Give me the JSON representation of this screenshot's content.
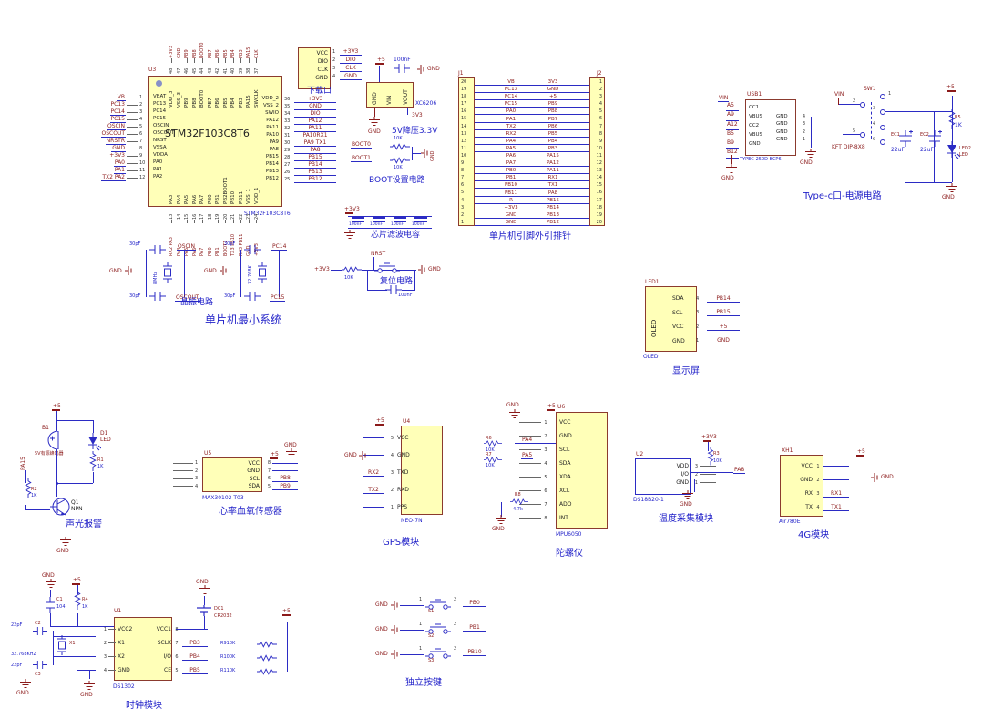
{
  "colors": {
    "component_fill": "#FFFFB8",
    "component_border": "#8B3A2E",
    "wire_blue": "#2B2BC4",
    "net_red": "#8B1A1A",
    "part_blue": "#1F1FC8"
  },
  "titles": {
    "download": "下载口",
    "regulator": "5V降压3.3V",
    "boot": "BOOT设置电路",
    "filter": "芯片滤波电容",
    "headers": "单片机引脚外引排针",
    "typec": "Type-c口-电源电路",
    "crystal": "晶振电路",
    "min_system": "单片机最小系统",
    "reset": "复位电路",
    "display": "显示屏",
    "alarm": "声光报警",
    "heart": "心率血氧传感器",
    "gps": "GPS模块",
    "gyro": "陀螺仪",
    "temp": "温度采集模块",
    "g4": "4G模块",
    "clock": "时钟模块",
    "keys": "独立按键"
  },
  "mcu": {
    "ref": "U3",
    "name": "STM32F103C8T6",
    "part": "STM32F103C8T6",
    "left_pins": [
      {
        "net": "VB",
        "num": "1",
        "name": "VBAT"
      },
      {
        "net": "PC13",
        "num": "2",
        "name": "PC13"
      },
      {
        "net": "PC14",
        "num": "3",
        "name": "PC14"
      },
      {
        "net": "PC15",
        "num": "4",
        "name": "PC15"
      },
      {
        "net": "OSCIN",
        "num": "5",
        "name": "OSCIN"
      },
      {
        "net": "OSCOUT",
        "num": "6",
        "name": "OSCOUT"
      },
      {
        "net": "NRSTR",
        "num": "7",
        "name": "NRST"
      },
      {
        "net": "GND",
        "num": "8",
        "name": "VSSA"
      },
      {
        "net": "+3V3",
        "num": "9",
        "name": "VDDA"
      },
      {
        "net": "PA0",
        "num": "10",
        "name": "PA0"
      },
      {
        "net": "PA1",
        "num": "11",
        "name": "PA1"
      },
      {
        "net": "TX2  PA2",
        "num": "12",
        "name": "PA2"
      }
    ],
    "right_pins": [
      {
        "name": "VDD_2",
        "num": "36",
        "net": "+3V3"
      },
      {
        "name": "VSS_2",
        "num": "35",
        "net": "GND"
      },
      {
        "name": "SWIO",
        "num": "34",
        "net": "DIO"
      },
      {
        "name": "PA12",
        "num": "33",
        "net": "PA12"
      },
      {
        "name": "PA11",
        "num": "32",
        "net": "PA11"
      },
      {
        "name": "PA10",
        "num": "31",
        "net": "PA10RX1"
      },
      {
        "name": "PA9",
        "num": "30",
        "net": "PA9 TX1"
      },
      {
        "name": "PA8",
        "num": "29",
        "net": "PA8"
      },
      {
        "name": "PB15",
        "num": "28",
        "net": "PB15"
      },
      {
        "name": "PB14",
        "num": "27",
        "net": "PB14"
      },
      {
        "name": "PB13",
        "num": "26",
        "net": "PB13"
      },
      {
        "name": "PB12",
        "num": "25",
        "net": "PB12"
      }
    ],
    "top_pins": [
      {
        "net": "+3V3",
        "num": "48",
        "name": "VDD_3"
      },
      {
        "net": "GND",
        "num": "47",
        "name": "VSS_3"
      },
      {
        "net": "PB9",
        "num": "46",
        "name": "PB9"
      },
      {
        "net": "PB8",
        "num": "45",
        "name": "PB8"
      },
      {
        "net": "BOOT0",
        "num": "44",
        "name": "BOOT0"
      },
      {
        "net": "PB7",
        "num": "43",
        "name": "PB7"
      },
      {
        "net": "PB6",
        "num": "42",
        "name": "PB6"
      },
      {
        "net": "PB5",
        "num": "41",
        "name": "PB5"
      },
      {
        "net": "PB4",
        "num": "40",
        "name": "PB4"
      },
      {
        "net": "PB3",
        "num": "39",
        "name": "PB3"
      },
      {
        "net": "PA15",
        "num": "38",
        "name": "PA15"
      },
      {
        "net": "CLK",
        "num": "37",
        "name": "SWCLK"
      }
    ],
    "bottom_pins": [
      {
        "name": "PA3",
        "num": "13",
        "net": "RX2 PA3"
      },
      {
        "name": "PA4",
        "num": "14",
        "net": "PA4"
      },
      {
        "name": "PA5",
        "num": "15",
        "net": "PA5"
      },
      {
        "name": "PA6",
        "num": "16",
        "net": "PA6"
      },
      {
        "name": "PA7",
        "num": "17",
        "net": "PA7"
      },
      {
        "name": "PB0",
        "num": "18",
        "net": "PB0"
      },
      {
        "name": "PB1",
        "num": "19",
        "net": "PB1"
      },
      {
        "name": "PB2BOOT1",
        "num": "20",
        "net": "BOOT1"
      },
      {
        "name": "PB10",
        "num": "21",
        "net": "TX3 PB10"
      },
      {
        "name": "PB11",
        "num": "22",
        "net": "RX3 PB11"
      },
      {
        "name": "VSS_1",
        "num": "23",
        "net": "GND"
      },
      {
        "name": "VDD_1",
        "num": "24",
        "net": "+3V3"
      }
    ]
  },
  "download": {
    "rows": [
      {
        "name": "VCC",
        "num": "1",
        "net": "+3V3"
      },
      {
        "name": "DIO",
        "num": "2",
        "net": "DIO"
      },
      {
        "name": "CLK",
        "num": "3",
        "net": "CLK"
      },
      {
        "name": "GND",
        "num": "4",
        "net": "GND"
      }
    ]
  },
  "regulator": {
    "part": "XC6206",
    "pin_gnd": "GND",
    "pin_vin": "VIN",
    "pin_vout": "VOUT",
    "vin_net": "+5",
    "cap": "100nF",
    "gnd_right": "GND",
    "gnd_left": "GND",
    "out_net": "3V3"
  },
  "boot": {
    "rows": [
      {
        "net": "BOOT0",
        "res": "10K"
      },
      {
        "net": "BOOT1",
        "res": "10K"
      }
    ],
    "gnd": "GND"
  },
  "filter": {
    "net": "+3V3",
    "caps": [
      "100nF",
      "100nF",
      "100nF",
      "100nF"
    ]
  },
  "j1": {
    "ref": "J1",
    "rows": [
      {
        "num": "20",
        "net": "VB"
      },
      {
        "num": "19",
        "net": "PC13"
      },
      {
        "num": "18",
        "net": "PC14"
      },
      {
        "num": "17",
        "net": "PC15"
      },
      {
        "num": "16",
        "net": "PA0"
      },
      {
        "num": "15",
        "net": "PA1"
      },
      {
        "num": "14",
        "net": "TX2"
      },
      {
        "num": "13",
        "net": "RX2"
      },
      {
        "num": "12",
        "net": "PA4"
      },
      {
        "num": "11",
        "net": "PA5"
      },
      {
        "num": "10",
        "net": "PA6"
      },
      {
        "num": "9",
        "net": "PA7"
      },
      {
        "num": "8",
        "net": "PB0"
      },
      {
        "num": "7",
        "net": "PB1"
      },
      {
        "num": "6",
        "net": "PB10"
      },
      {
        "num": "5",
        "net": "PB11"
      },
      {
        "num": "4",
        "net": "R"
      },
      {
        "num": "3",
        "net": "+3V3"
      },
      {
        "num": "2",
        "net": "GND"
      },
      {
        "num": "1",
        "net": "GND"
      }
    ]
  },
  "j2": {
    "ref": "J2",
    "rows": [
      {
        "num": "1",
        "net": "3V3"
      },
      {
        "num": "2",
        "net": "GND"
      },
      {
        "num": "3",
        "net": "+5"
      },
      {
        "num": "4",
        "net": "PB9"
      },
      {
        "num": "5",
        "net": "PB8"
      },
      {
        "num": "6",
        "net": "PB7"
      },
      {
        "num": "7",
        "net": "PB6"
      },
      {
        "num": "8",
        "net": "PB5"
      },
      {
        "num": "9",
        "net": "PB4"
      },
      {
        "num": "10",
        "net": "PB3"
      },
      {
        "num": "11",
        "net": "PA15"
      },
      {
        "num": "12",
        "net": "PA12"
      },
      {
        "num": "13",
        "net": "PA11"
      },
      {
        "num": "14",
        "net": "RX1"
      },
      {
        "num": "15",
        "net": "TX1"
      },
      {
        "num": "16",
        "net": "PA8"
      },
      {
        "num": "17",
        "net": "PB15"
      },
      {
        "num": "18",
        "net": "PB14"
      },
      {
        "num": "19",
        "net": "PB13"
      },
      {
        "num": "20",
        "net": "PB12"
      }
    ]
  },
  "typec": {
    "ref": "USB1",
    "part": "TYPEC-250D-BCP6",
    "vin": "VIN",
    "left_pins": [
      "A5",
      "A9",
      "A12",
      "B5",
      "B9",
      "B12"
    ],
    "inside_left": [
      "CC1",
      "VBUS",
      "CC2",
      "VBUS",
      "GND"
    ],
    "right_rows": [
      {
        "name": "GND",
        "num": "4"
      },
      {
        "name": "GND",
        "num": "3"
      },
      {
        "name": "GND",
        "num": "2"
      },
      {
        "name": "GND",
        "num": "1"
      }
    ],
    "gnd_left": "GND",
    "gnd_right": "GND",
    "sw": {
      "ref": "SW1",
      "part": "KFT DIP-8X8",
      "vin": "VIN",
      "pins": [
        "1",
        "2",
        "3",
        "4",
        "5",
        "6"
      ]
    },
    "ec1_ref": "EC1",
    "ec1_val": "22uF",
    "ec2_ref": "EC2",
    "ec2_val": "22uF",
    "r5_ref": "R5",
    "r5_val": "1K",
    "led_ref": "LED2",
    "led_val": "LED",
    "pwr": "+5",
    "gnd_bottom": "GND"
  },
  "osc": {
    "groups": [
      {
        "c_top": "30pF",
        "c_bot": "30pF",
        "xtal": "8MHz",
        "net_top": "OSCIN",
        "net_bot": "OSCOUT",
        "gnd": "GND"
      },
      {
        "c_top": "30pF",
        "c_bot": "30pF",
        "xtal": "32.768K",
        "net_top": "PC14",
        "net_bot": "PC15",
        "gnd": "GND"
      }
    ]
  },
  "reset": {
    "pwr": "+3V3",
    "res": "10K",
    "net": "NRST",
    "cap": "100nF",
    "gnd": "GND"
  },
  "oled": {
    "ref": "LED1",
    "part": "OLED",
    "vertical": "OLED",
    "rows": [
      {
        "name": "SDA",
        "num": "4",
        "net": "PB14"
      },
      {
        "name": "SCL",
        "num": "3",
        "net": "PB15"
      },
      {
        "name": "VCC",
        "num": "2",
        "net": "+5"
      },
      {
        "name": "GND",
        "num": "1",
        "net": "GND"
      }
    ]
  },
  "alarm": {
    "pwr": "+5",
    "buzz_ref": "B1",
    "buzz_label": "5V有源蜂鸣器",
    "led_ref": "D1",
    "led_val": "LED",
    "r1_ref": "R1",
    "r1_val": "1K",
    "r2_ref": "R2",
    "r2_val": "1K",
    "q_ref": "Q1",
    "q_val": "NPN",
    "input": "PA15",
    "gnd": "GND"
  },
  "heart": {
    "ref": "U5",
    "part": "MAX30102 T03",
    "left_pins": [
      "1",
      "2",
      "3",
      "4"
    ],
    "pwr": "+5",
    "gnd": "GND",
    "rows": [
      {
        "name": "VCC",
        "num": "8"
      },
      {
        "name": "GND",
        "num": "7"
      },
      {
        "name": "SCL",
        "num": "6",
        "net": "PB8"
      },
      {
        "name": "SDA",
        "num": "5",
        "net": "PB9"
      }
    ]
  },
  "gps": {
    "ref": "U4",
    "part": "NEO-7N",
    "pwr": "+5",
    "gnd": "GND",
    "rows": [
      {
        "name": "VCC",
        "num": "5"
      },
      {
        "name": "GND",
        "num": "4"
      },
      {
        "name": "TXD",
        "num": "3",
        "net": "RX2"
      },
      {
        "name": "RXD",
        "num": "2",
        "net": "TX2"
      },
      {
        "name": "PPS",
        "num": "1"
      }
    ]
  },
  "gyro": {
    "ref": "U6",
    "part": "MPU6050",
    "pwr": "+5",
    "gnd_top": "GND",
    "gnd_bot": "GND",
    "r6_ref": "R6",
    "r6_val": "10K",
    "net6": "PA4",
    "r7_ref": "R7",
    "r7_val": "10K",
    "net7": "PA5",
    "r8_ref": "R8",
    "r8_val": "4.7k",
    "rows": [
      {
        "name": "VCC",
        "num": "1"
      },
      {
        "name": "GND",
        "num": "2"
      },
      {
        "name": "SCL",
        "num": "3"
      },
      {
        "name": "SDA",
        "num": "4"
      },
      {
        "name": "XDA",
        "num": "5"
      },
      {
        "name": "XCL",
        "num": "6"
      },
      {
        "name": "ADO",
        "num": "7"
      },
      {
        "name": "INT",
        "num": "8"
      }
    ]
  },
  "temp": {
    "ref": "U2",
    "part": "DS18B20-1",
    "pwr": "+3V3",
    "r3_ref": "R3",
    "r3_val": "10K",
    "net": "PA8",
    "gnd": "GND",
    "rows": [
      {
        "name": "VDD",
        "num": "3"
      },
      {
        "name": "I/O",
        "num": "2"
      },
      {
        "name": "GND",
        "num": "1"
      }
    ]
  },
  "g4": {
    "ref": "XH1",
    "part": "Air780E",
    "pwr": "+5",
    "gnd": "GND",
    "rows": [
      {
        "name": "VCC",
        "num": "1"
      },
      {
        "name": "GND",
        "num": "2"
      },
      {
        "name": "RX",
        "num": "3",
        "net": "RX1"
      },
      {
        "name": "TX",
        "num": "4",
        "net": "TX1"
      }
    ]
  },
  "clock": {
    "ref": "U1",
    "part": "DS1302",
    "pwr_left": "+5",
    "pwr_right": "+5",
    "gnd_c1": "GND",
    "gnd_bat": "GND",
    "gnd_xtal": "GND",
    "gnd_pin": "GND",
    "c1_ref": "C1",
    "c1_val": "104",
    "r4_ref": "R4",
    "r4_val": "1K",
    "bat_ref": "DC1",
    "bat_val": "CR2032",
    "xtal_ref": "X1",
    "xtal_val": "32.768KHZ",
    "c2_ref": "C2",
    "c2_val": "22pF",
    "c3_ref": "C3",
    "c3_val": "22pF",
    "left_rows": [
      {
        "name": "VCC2",
        "num": "1"
      },
      {
        "name": "X1",
        "num": "2"
      },
      {
        "name": "X2",
        "num": "3"
      },
      {
        "name": "GND",
        "num": "4"
      }
    ],
    "right_rows": [
      {
        "name": "VCC1",
        "num": "8",
        "net": "",
        "res": ""
      },
      {
        "name": "SCLK",
        "num": "7",
        "net": "PB3",
        "res": "R910K"
      },
      {
        "name": "I/O",
        "num": "6",
        "net": "PB4",
        "res": "R100K"
      },
      {
        "name": "CE",
        "num": "5",
        "net": "PB5",
        "res": "R110K"
      }
    ]
  },
  "keys": {
    "rows": [
      {
        "ref": "S1",
        "p1": "1",
        "p2": "2",
        "net": "PB0",
        "gnd": "GND"
      },
      {
        "ref": "S2",
        "p1": "1",
        "p2": "2",
        "net": "PB1",
        "gnd": "GND"
      },
      {
        "ref": "S3",
        "p1": "1",
        "p2": "2",
        "net": "PB10",
        "gnd": "GND"
      }
    ]
  }
}
